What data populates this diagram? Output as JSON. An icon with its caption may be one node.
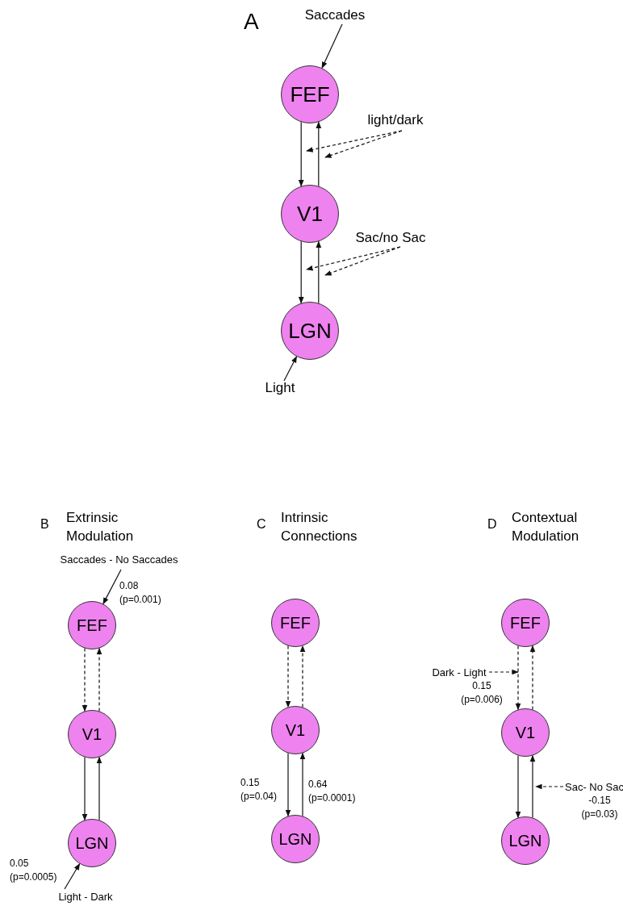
{
  "diagram": {
    "nodes": [
      {
        "text": [
          "Saccades"
        ]
      },
      {
        "text": [
          "FEF"
        ]
      },
      {
        "text": [
          "light/dark"
        ]
      },
      {
        "text": [
          "V1"
        ]
      },
      {
        "text": [
          "Sac/no Sac"
        ]
      },
      {
        "text": [
          "LGN"
        ]
      },
      {
        "text": [
          "Light"
        ]
      },
      {
        "text": [
          "Saccades - No Saccades"
        ]
      },
      {
        "text": [
          "FEF"
        ]
      },
      {
        "text": [
          "V1"
        ]
      },
      {
        "text": [
          "LGN"
        ]
      },
      {
        "text": [
          "Light - Dark"
        ]
      },
      {
        "text": [
          "FEF"
        ]
      },
      {
        "text": [
          "V1"
        ]
      },
      {
        "text": [
          "LGN"
        ]
      },
      {
        "text": [
          "FEF"
        ]
      },
      {
        "text": [
          "V1"
        ]
      },
      {
        "text": [
          "LGN"
        ]
      },
      {
        "text": [
          "Dark - Light"
        ]
      },
      {
        "text": [
          "Sac- No Sac"
        ]
      }
    ],
    "edges": [
      {
        "from": 0,
        "to": 1,
        "arrow": "to"
      },
      {
        "from": 1,
        "to": 3,
        "arrow": "to"
      },
      {
        "from": 3,
        "to": 1,
        "arrow": "to"
      },
      {
        "from": 2,
        "to": null,
        "arrow": "to",
        "style": "dashed"
      },
      {
        "from": 2,
        "to": null,
        "arrow": "to",
        "style": "dashed"
      },
      {
        "from": 3,
        "to": 5,
        "arrow": "to"
      },
      {
        "from": 5,
        "to": 3,
        "arrow": "to"
      },
      {
        "from": 4,
        "to": null,
        "arrow": "to",
        "style": "dashed"
      },
      {
        "from": 4,
        "to": null,
        "arrow": "to",
        "style": "dashed"
      },
      {
        "from": 6,
        "to": 5,
        "arrow": "to"
      },
      {
        "from": 7,
        "to": 8,
        "arrow": "to"
      },
      {
        "from": 8,
        "to": 9,
        "arrow": "to",
        "style": "dashed"
      },
      {
        "from": 9,
        "to": 8,
        "arrow": "to",
        "style": "dashed"
      },
      {
        "from": 9,
        "to": 10,
        "arrow": "to"
      },
      {
        "from": 10,
        "to": 9,
        "arrow": "to"
      },
      {
        "from": 11,
        "to": 10,
        "arrow": "to"
      },
      {
        "from": 12,
        "to": 13,
        "arrow": "to",
        "style": "dashed"
      },
      {
        "from": 13,
        "to": 12,
        "arrow": "to",
        "style": "dashed"
      },
      {
        "from": 13,
        "to": 14,
        "arrow": "to",
        "label": "0.15 (p=0.04)"
      },
      {
        "from": 14,
        "to": 13,
        "arrow": "to",
        "label": "0.64 (p=0.0001)"
      },
      {
        "from": 15,
        "to": 16,
        "arrow": "to",
        "style": "dashed"
      },
      {
        "from": 16,
        "to": 15,
        "arrow": "to",
        "style": "dashed"
      },
      {
        "from": 16,
        "to": 17,
        "arrow": "to"
      },
      {
        "from": 17,
        "to": 16,
        "arrow": "to"
      },
      {
        "from": 18,
        "to": null,
        "arrow": "to",
        "style": "dashed"
      },
      {
        "from": 19,
        "to": null,
        "arrow": "to",
        "style": "dashed"
      }
    ],
    "labels": [
      "A",
      "B",
      "Extrinsic Modulation",
      "C",
      "Intrinsic Connections",
      "D",
      "Contextual Modulation",
      "0.08 (p=0.001)",
      "0.05 (p=0.0005)",
      "0.15 (p=0.006)",
      "-0.15 (p=0.03)"
    ]
  }
}
